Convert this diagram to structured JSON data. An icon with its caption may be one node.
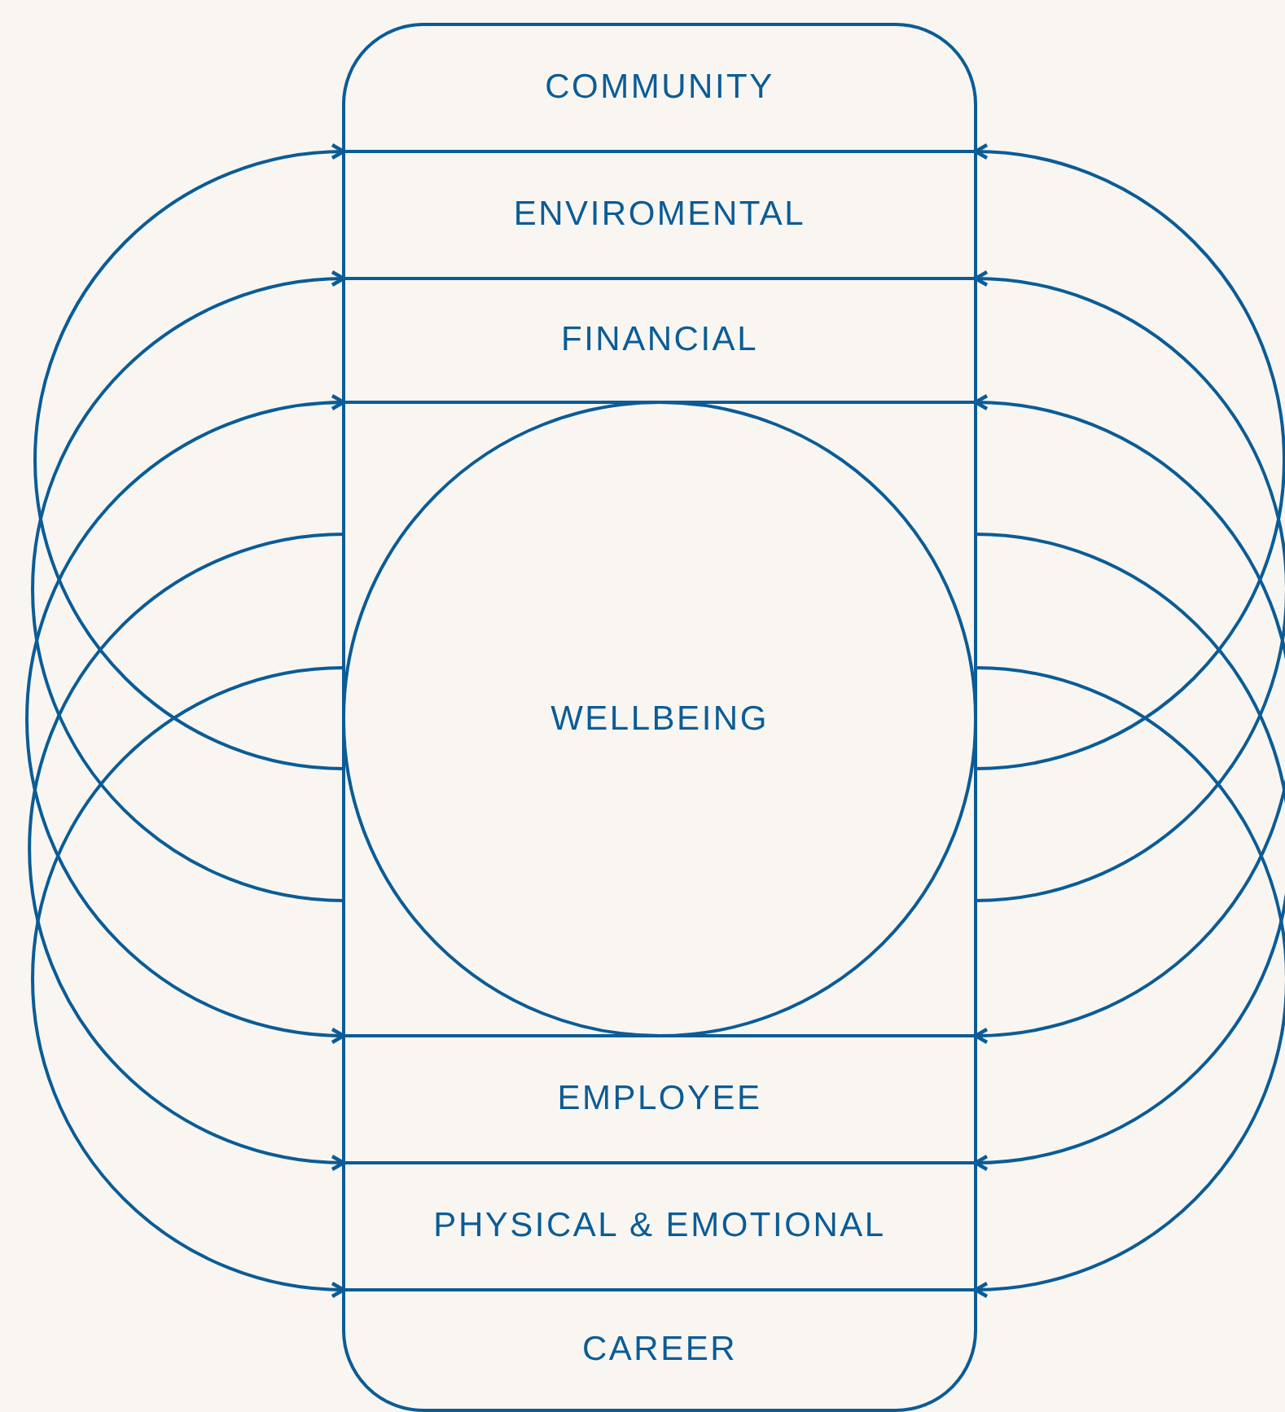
{
  "diagram": {
    "nodes": [
      {
        "text": [
          "COMMUNITY"
        ]
      },
      {
        "text": [
          "ENVIROMENTAL"
        ]
      },
      {
        "text": [
          "FINANCIAL"
        ]
      },
      {
        "text": [],
        "shape": "box"
      },
      {
        "text": [
          "WELLBEING"
        ],
        "in": 3
      },
      {
        "text": [
          "EMPLOYEE"
        ]
      },
      {
        "text": [
          "PHYSICAL & EMOTIONAL"
        ]
      },
      {
        "text": [
          "CAREER"
        ]
      }
    ],
    "edges": [
      {
        "from": 3,
        "to": 0,
        "arrow": "to"
      },
      {
        "from": 3,
        "to": 1,
        "arrow": "to"
      },
      {
        "from": 2,
        "to": 5,
        "arrow": "both"
      },
      {
        "from": 3,
        "to": 6,
        "arrow": "to"
      },
      {
        "from": 3,
        "to": 7,
        "arrow": "to"
      },
      {
        "from": 3,
        "to": 0,
        "arrow": "to"
      },
      {
        "from": 3,
        "to": 1,
        "arrow": "to"
      },
      {
        "from": 2,
        "to": 5,
        "arrow": "both"
      },
      {
        "from": 3,
        "to": 6,
        "arrow": "to"
      },
      {
        "from": 3,
        "to": 7,
        "arrow": "to"
      }
    ]
  }
}
